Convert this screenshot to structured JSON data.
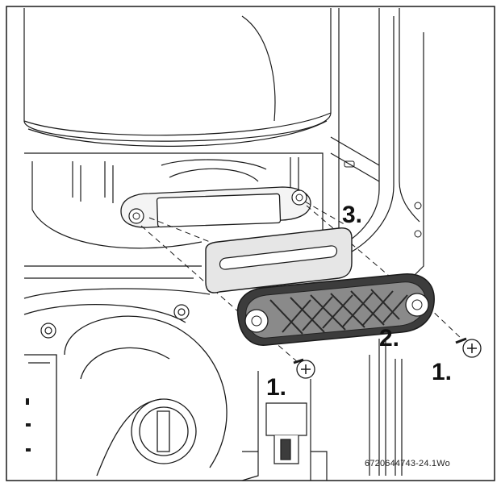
{
  "labels": {
    "step3": "3.",
    "step2": "2.",
    "step1a": "1.",
    "step1b": "1."
  },
  "part_number": "6720644743-24.1Wo",
  "colors": {
    "line": "#1a1a1a",
    "light_fill": "#f4f4f4",
    "mid_fill": "#e6e6e6",
    "dark_fill": "#3c3c3c",
    "grille": "#8a8a8a"
  }
}
